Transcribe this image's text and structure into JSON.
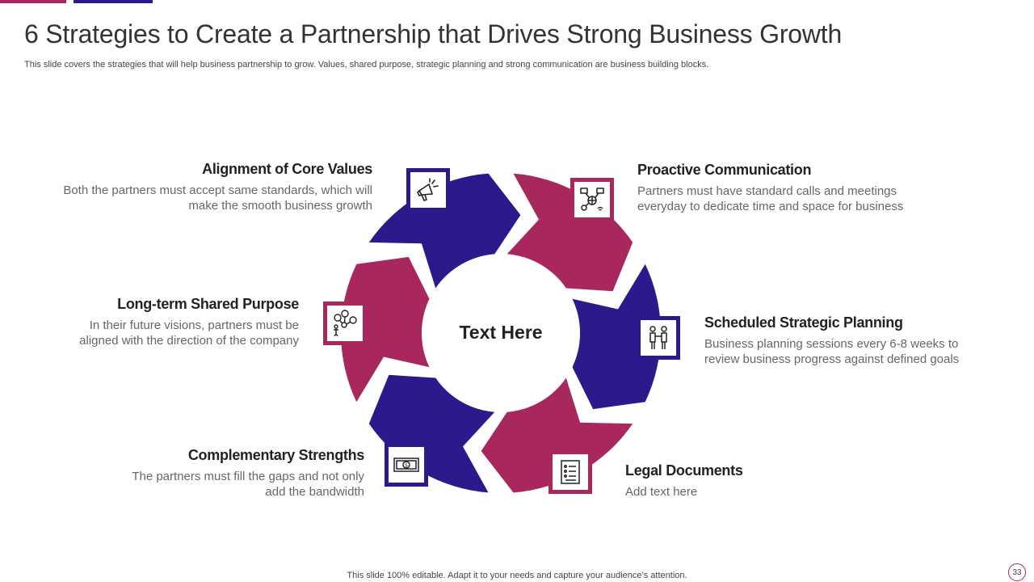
{
  "slide": {
    "title": "6 Strategies to Create a Partnership that Drives Strong Business Growth",
    "subtitle": "This slide covers the strategies that will help business partnership to grow. Values, shared purpose, strategic planning and strong communication are business building blocks.",
    "center_text": "Text Here",
    "footer": "This slide 100% editable. Adapt it to your needs and capture your audience’s attention.",
    "page_number": "33"
  },
  "colors": {
    "blue": "#2b1a8c",
    "magenta": "#a8285e"
  },
  "strategies": [
    {
      "title": "Alignment of Core Values",
      "desc": "Both the partners must accept same standards, which will make the smooth business growth",
      "icon": "megaphone-icon",
      "color": "blue"
    },
    {
      "title": "Proactive Communication",
      "desc": "Partners must have standard calls and meetings everyday to dedicate time and space for business",
      "icon": "communication-network-icon",
      "color": "magenta"
    },
    {
      "title": "Scheduled Strategic Planning",
      "desc": "Business planning sessions every 6-8 weeks to review business progress against defined goals",
      "icon": "handshake-meeting-icon",
      "color": "blue"
    },
    {
      "title": "Legal Documents",
      "desc": "Add text here",
      "icon": "document-list-icon",
      "color": "magenta"
    },
    {
      "title": "Complementary Strengths",
      "desc": "The partners must fill the gaps and not only add the bandwidth",
      "icon": "money-bill-icon",
      "color": "blue"
    },
    {
      "title": "Long-term Shared Purpose",
      "desc": "In their future visions, partners must be aligned with the direction of the company",
      "icon": "team-network-icon",
      "color": "magenta"
    }
  ]
}
